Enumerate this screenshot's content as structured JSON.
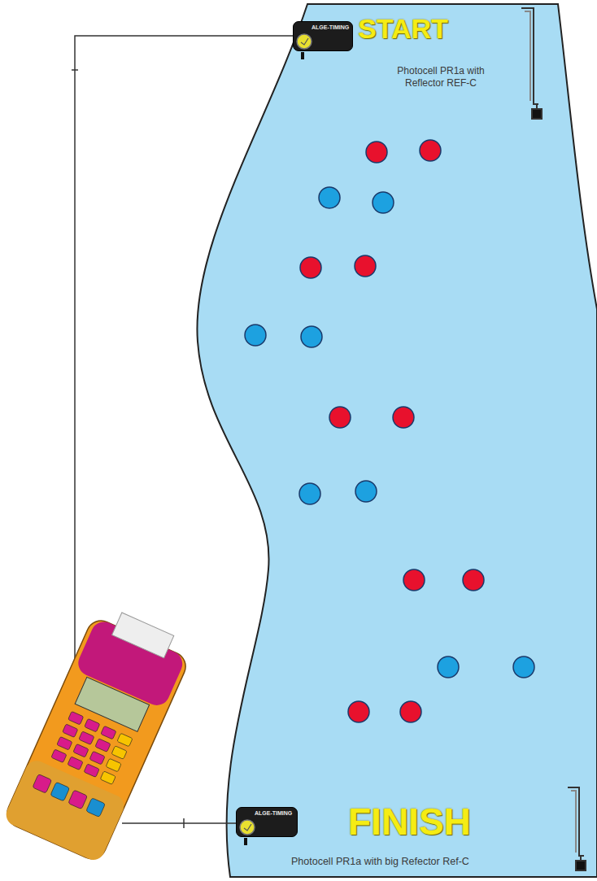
{
  "diagram": {
    "nodes": [
      {
        "text": [
          "ALGE-TIMING"
        ]
      },
      {
        "text": [
          "ALGE-TIMING"
        ]
      }
    ],
    "labels": [
      "START",
      "Photocell PR1a with Reflector REF-C",
      "FINISH",
      "Photocell PR1a with big Refector Ref-C"
    ]
  }
}
